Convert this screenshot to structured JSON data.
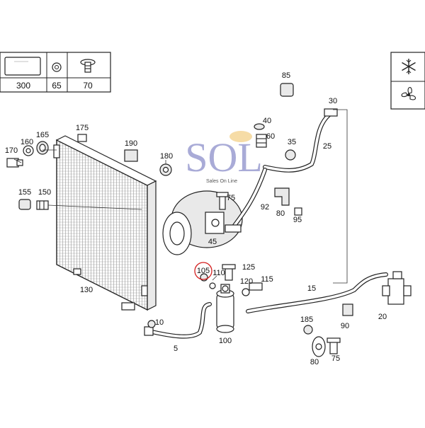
{
  "watermark": {
    "text": "SOL",
    "subtext": "Sales On Line"
  },
  "legend": {
    "box300_label": "300",
    "box65_label": "65",
    "box70_label": "70"
  },
  "icons": {
    "top": "snowflake-icon",
    "bottom": "fan-icon"
  },
  "highlight_color": "#d42020",
  "part_labels": {
    "p5": "5",
    "p10": "10",
    "p15": "15",
    "p20": "20",
    "p25": "25",
    "p30": "30",
    "p35": "35",
    "p40": "40",
    "p45": "45",
    "p60": "60",
    "p75a": "75",
    "p75b": "75",
    "p80a": "80",
    "p80b": "80",
    "p85": "85",
    "p90": "90",
    "p92": "92",
    "p95": "95",
    "p100": "100",
    "p105": "105",
    "p110": "110",
    "p115": "115",
    "p120": "120",
    "p125": "125",
    "p130": "130",
    "p150": "150",
    "p155": "155",
    "p160": "160",
    "p165": "165",
    "p170": "170",
    "p175": "175",
    "p180": "180",
    "p185": "185",
    "p190": "190"
  }
}
